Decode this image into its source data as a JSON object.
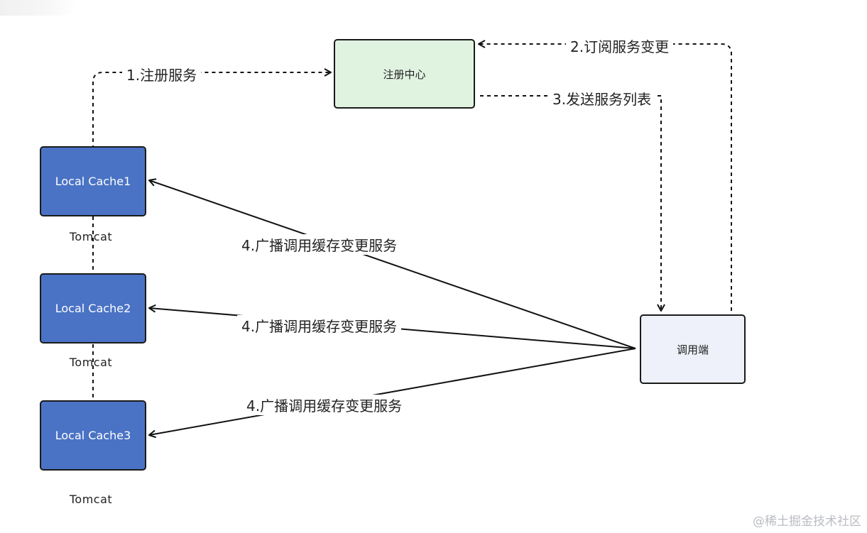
{
  "nodes": {
    "registry": "注册中心",
    "caller": "调用端",
    "cache1": "Local Cache1",
    "cache2": "Local Cache2",
    "cache3": "Local Cache3"
  },
  "captions": {
    "tomcat1": "Tomcat",
    "tomcat2": "Tomcat",
    "tomcat3": "Tomcat"
  },
  "edges": {
    "register": "1.注册服务",
    "subscribe": "2.订阅服务变更",
    "send_list": "3.发送服务列表",
    "broadcast1": "4.广播调用缓存变更服务",
    "broadcast2": "4.广播调用缓存变更服务",
    "broadcast3": "4.广播调用缓存变更服务"
  },
  "watermark": "@稀土掘金技术社区",
  "colors": {
    "cache_fill": "#4a73c5",
    "registry_fill": "#e0f3e1",
    "caller_fill": "#eef1f9",
    "line": "#111111"
  }
}
